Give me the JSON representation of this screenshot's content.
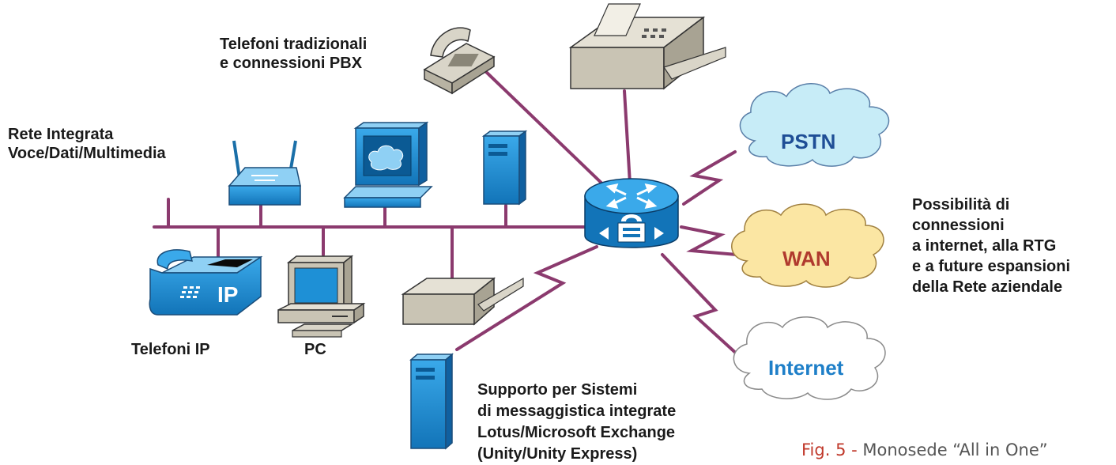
{
  "labels": {
    "traditional_phones": [
      "Telefoni tradizionali",
      "e connessioni PBX"
    ],
    "integrated_network": [
      "Rete Integrata",
      "Voce/Dati/Multimedia"
    ],
    "expansion": [
      "Possibilità di",
      "connessioni",
      "a internet, alla RTG",
      "e a future espansioni",
      "della Rete aziendale"
    ],
    "ip_phones": "Telefoni IP",
    "pc": "PC",
    "messaging": [
      "Supporto per Sistemi",
      "di messaggistica integrate",
      "Lotus/Microsoft Exchange",
      "(Unity/Unity Express)"
    ],
    "ip_badge": "IP"
  },
  "clouds": {
    "pstn": "PSTN",
    "wan": "WAN",
    "internet": "Internet"
  },
  "caption": {
    "figure": "Fig. 5 -",
    "text": "Monosede “All in One”"
  },
  "colors": {
    "link": "#8b3a6e",
    "device_blue": "#1e90d6",
    "pstn_cloud": "#c7ecf7",
    "wan_cloud": "#fbe6a3",
    "internet_cloud": "#ffffff",
    "pstn_text": "#1f4e96",
    "wan_text": "#b03a2e",
    "internet_text": "#1e7fc8",
    "caption_red": "#c0392b"
  },
  "icons": [
    "traditional-phone-icon",
    "fax-icon",
    "wireless-ap-icon",
    "workstation-icon",
    "server-icon",
    "router-icon",
    "ip-phone-icon",
    "pc-icon",
    "printer-icon",
    "messaging-server-icon"
  ]
}
